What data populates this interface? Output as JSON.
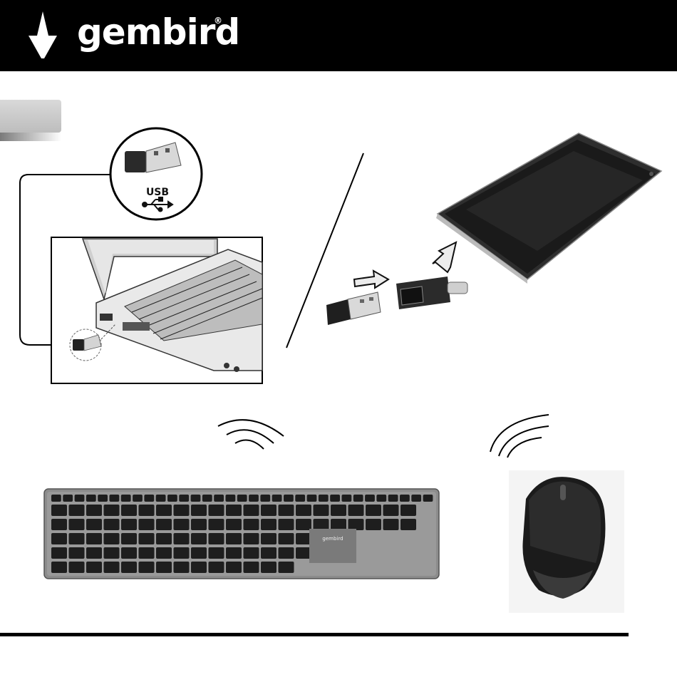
{
  "header": {
    "brand": "gembird",
    "registered_mark": "®",
    "logo_icon": "arrow-down-icon",
    "background": "#000000",
    "text_color": "#ffffff"
  },
  "diagram": {
    "usb_label": "USB",
    "usb_icon": "usb-symbol-icon",
    "keyboard_badge": "gembird"
  }
}
